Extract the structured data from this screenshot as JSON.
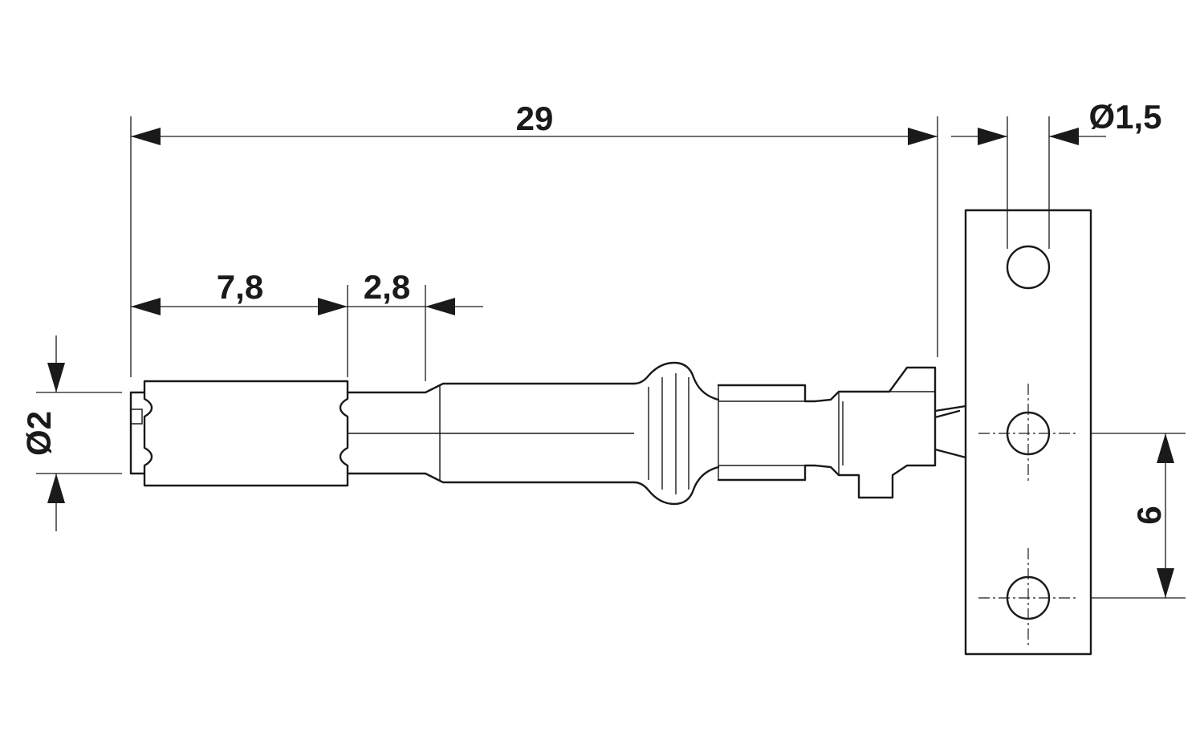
{
  "dimensions": {
    "overall_length": "29",
    "hole_diameter": "Ø1,5",
    "contact_length": "7,8",
    "collar_length": "2,8",
    "pin_diameter": "Ø2",
    "hole_pitch": "6"
  }
}
